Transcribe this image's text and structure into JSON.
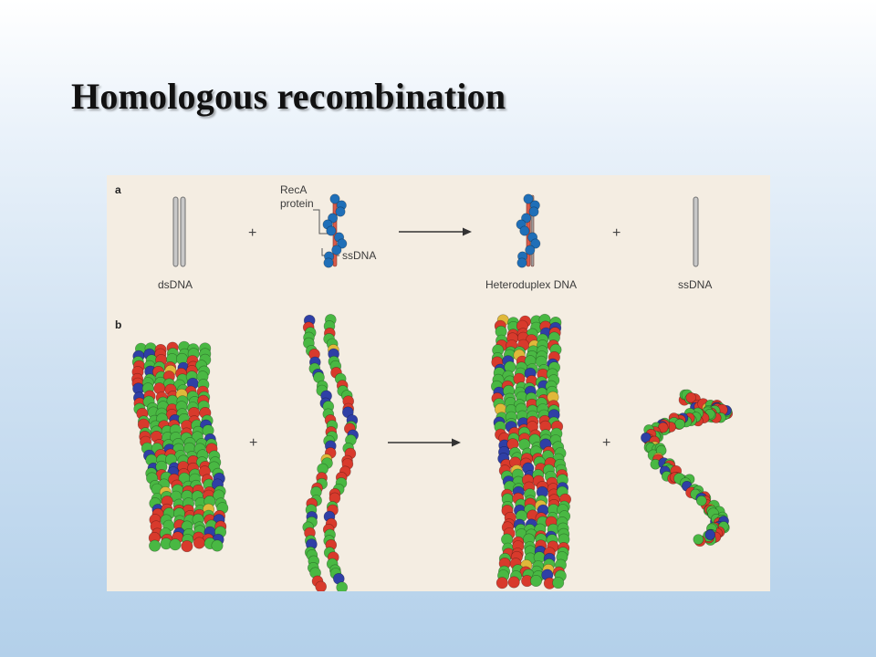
{
  "slide": {
    "title": "Homologous recombination"
  },
  "panel_a": {
    "label": "a",
    "dsdna": "dsDNA",
    "plus1": "+",
    "reca_line1": "RecA",
    "reca_line2": "protein",
    "ssdna_callout": "ssDNA",
    "heteroduplex": "Heteroduplex DNA",
    "plus2": "+",
    "ssdna_product": "ssDNA"
  },
  "panel_b": {
    "label": "b",
    "plus1": "+",
    "plus2": "+"
  },
  "colors": {
    "atom_green": "#49b843",
    "atom_red": "#d83a2c",
    "atom_blue": "#2f3fa6",
    "atom_yellow": "#e0b83a",
    "reca_blue": "#1f6fb8",
    "strand_gray": "#9a9a9a",
    "strand_red": "#d95a4a",
    "figure_bg": "#f4ede2"
  }
}
